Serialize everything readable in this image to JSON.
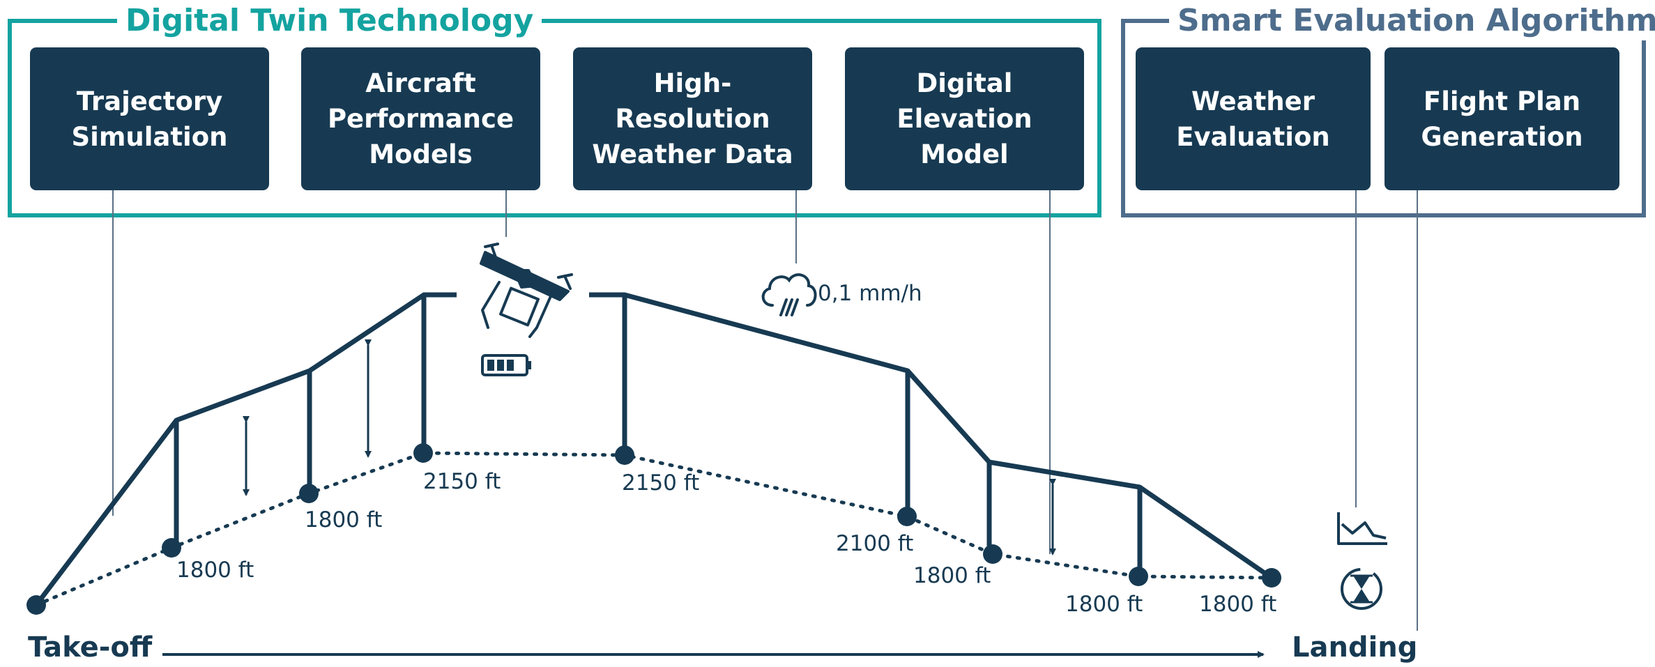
{
  "groups": {
    "digital_twin": {
      "title": "Digital Twin Technology",
      "color": "#14a3a0",
      "boxes": [
        "Trajectory Simulation",
        "Aircraft Performance Models",
        "High-Resolution Weather Data",
        "Digital Elevation Model"
      ]
    },
    "smart_eval": {
      "title": "Smart Evaluation Algorithm",
      "color": "#4e6d8c",
      "boxes": [
        "Weather Evaluation",
        "Flight Plan Generation"
      ]
    }
  },
  "box_color": "#173a52",
  "rain_label": "0,1 mm/h",
  "altitudes": [
    "1800 ft",
    "1800 ft",
    "2150 ft",
    "2150 ft",
    "2100 ft",
    "1800 ft",
    "1800 ft",
    "1800 ft"
  ],
  "axis": {
    "start": "Take-off",
    "end": "Landing"
  },
  "icons": [
    "drone-icon",
    "battery-icon",
    "rain-cloud-icon",
    "chart-icon",
    "hourglass-icon"
  ]
}
